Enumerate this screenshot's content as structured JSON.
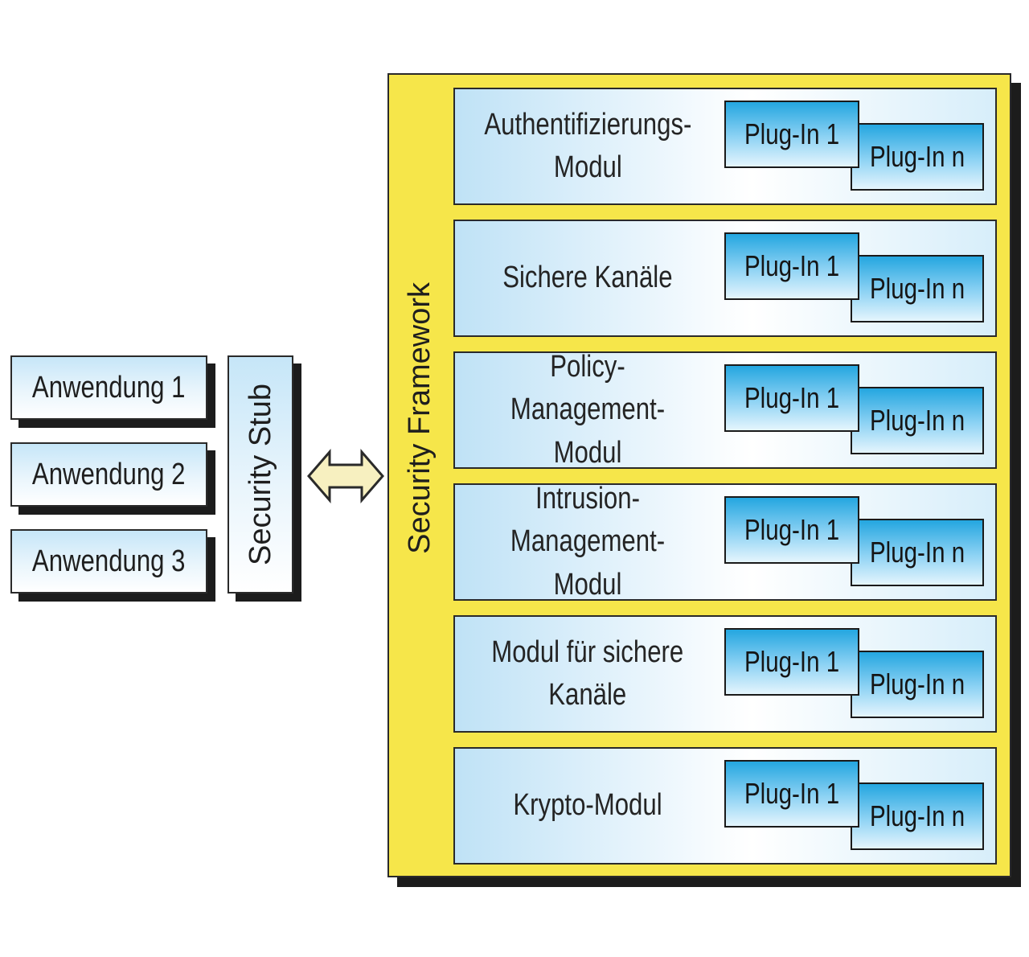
{
  "applications": [
    "Anwendung 1",
    "Anwendung 2",
    "Anwendung 3"
  ],
  "security_stub": "Security Stub",
  "arrow": {
    "icon": "double-arrow-icon",
    "fill": "#f7f0c0"
  },
  "framework": {
    "label": "Security Framework",
    "color": "#f6e64a",
    "modules": [
      {
        "name": "Authentifizierungs-\nModul",
        "plugin_first": "Plug-In 1",
        "plugin_last": "Plug-In n"
      },
      {
        "name": "Sichere Kanäle",
        "plugin_first": "Plug-In 1",
        "plugin_last": "Plug-In n"
      },
      {
        "name": "Policy-\nManagement-Modul",
        "plugin_first": "Plug-In 1",
        "plugin_last": "Plug-In n"
      },
      {
        "name": "Intrusion-\nManagement-Modul",
        "plugin_first": "Plug-In 1",
        "plugin_last": "Plug-In n"
      },
      {
        "name": "Modul für sichere\nKanäle",
        "plugin_first": "Plug-In 1",
        "plugin_last": "Plug-In n"
      },
      {
        "name": "Krypto-Modul",
        "plugin_first": "Plug-In 1",
        "plugin_last": "Plug-In n"
      }
    ]
  },
  "colors": {
    "box_light": "#c6e6f8",
    "plugin_blue": "#24a6e0",
    "shadow": "#1c1c1c"
  }
}
